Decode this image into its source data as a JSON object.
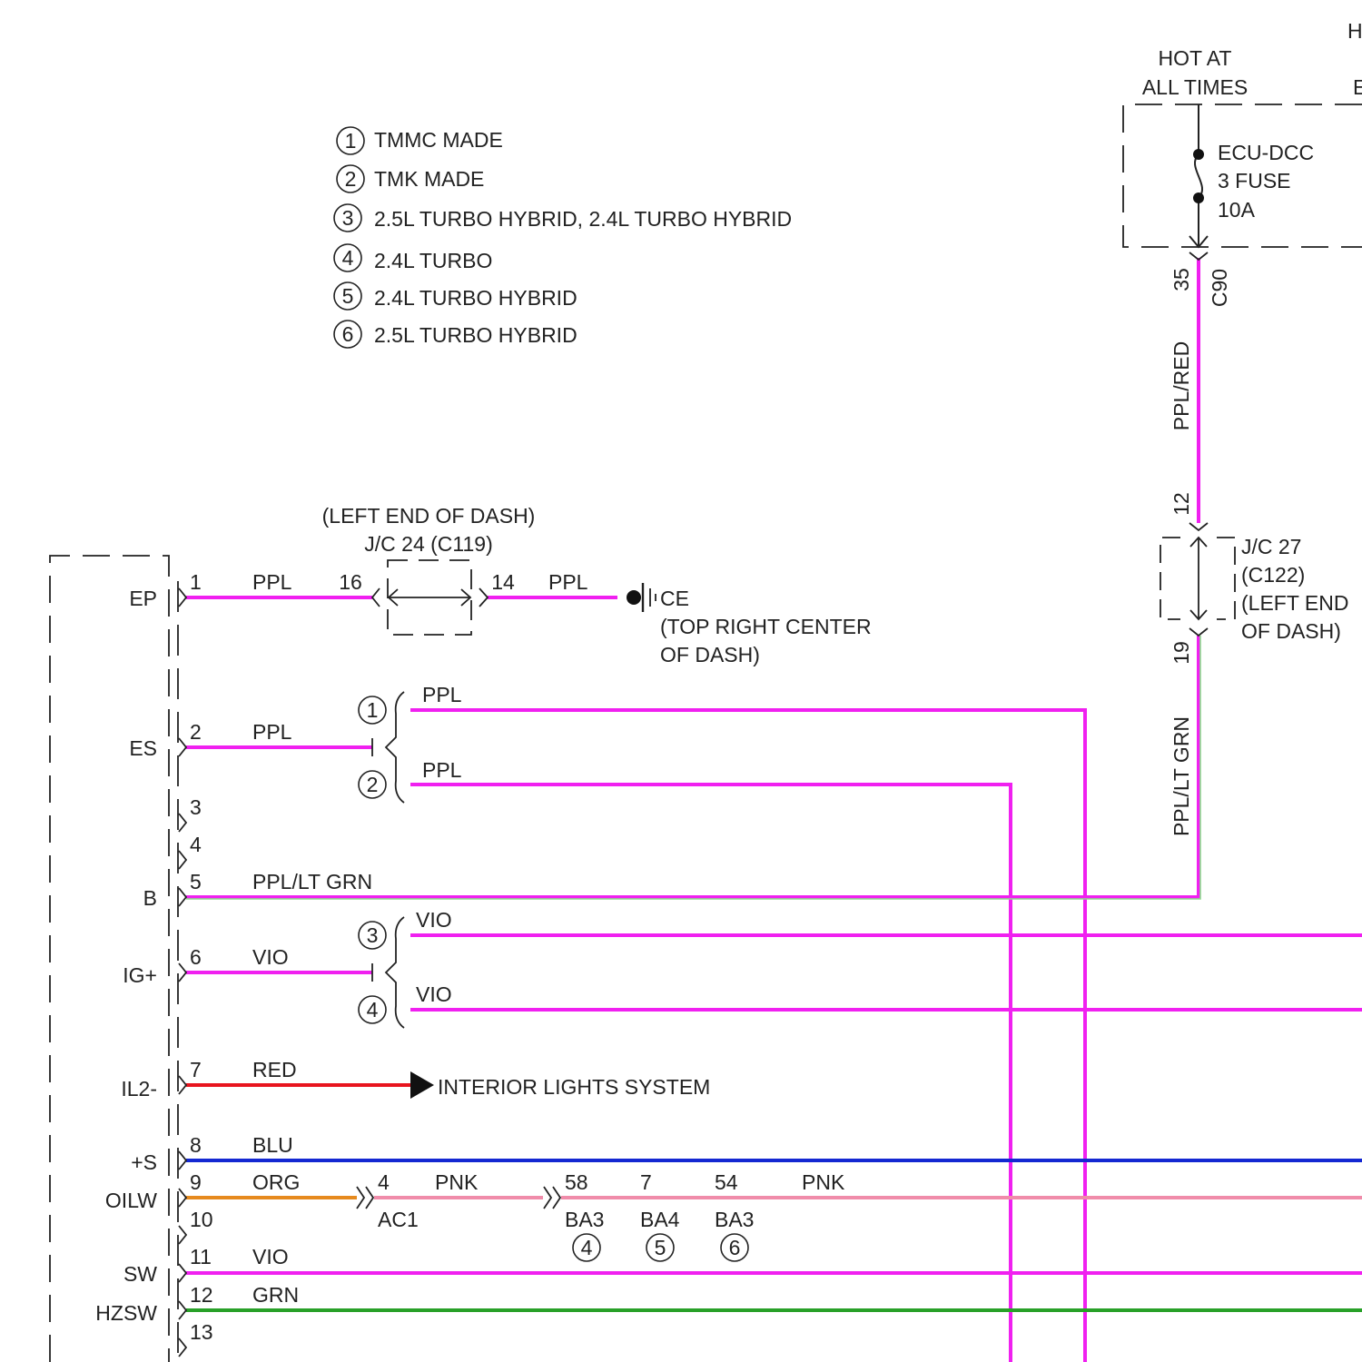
{
  "colors": {
    "ppl": "#f020f0",
    "red": "#e8141e",
    "blu": "#1428d2",
    "org": "#e68a1e",
    "pnk": "#f08caa",
    "grn": "#28a028",
    "ltgrn": "#8cdc8c",
    "line": "#222222"
  },
  "top_cut": {
    "h": "H",
    "e": "E"
  },
  "legend": [
    {
      "num": "1",
      "text": "TMMC MADE"
    },
    {
      "num": "2",
      "text": "TMK MADE"
    },
    {
      "num": "3",
      "text": "2.5L TURBO HYBRID, 2.4L TURBO HYBRID"
    },
    {
      "num": "4",
      "text": "2.4L TURBO"
    },
    {
      "num": "5",
      "text": "2.4L TURBO HYBRID"
    },
    {
      "num": "6",
      "text": "2.5L TURBO HYBRID"
    }
  ],
  "fuse": {
    "hot_line1": "HOT AT",
    "hot_line2": "ALL TIMES",
    "name": "ECU-DCC",
    "line2": "3 FUSE",
    "rating": "10A",
    "pin": "35",
    "connector": "C90"
  },
  "jc27": {
    "pin_in": "12",
    "pin_out": "19",
    "wire_upper": "PPL/RED",
    "wire_lower": "PPL/LT GRN",
    "line1": "J/C 27",
    "line2": "(C122)",
    "line3": "(LEFT END",
    "line4": "OF DASH)"
  },
  "jc24": {
    "line1": "(LEFT END OF DASH)",
    "line2": "J/C 24 (C119)",
    "pin_in": "16",
    "pin_out": "14",
    "wire_out": "PPL"
  },
  "ground": {
    "name": "CE",
    "line1": "(TOP RIGHT CENTER",
    "line2": "OF DASH)"
  },
  "splice_labels": {
    "es_upper_num": "1",
    "es_upper_wire": "PPL",
    "es_lower_num": "2",
    "es_lower_wire": "PPL",
    "ig_upper_num": "3",
    "ig_upper_wire": "VIO",
    "ig_lower_num": "4",
    "ig_lower_wire": "VIO"
  },
  "pins": [
    {
      "num": "1",
      "term": "EP",
      "wire": "PPL"
    },
    {
      "num": "2",
      "term": "ES",
      "wire": "PPL"
    },
    {
      "num": "3",
      "term": "",
      "wire": ""
    },
    {
      "num": "4",
      "term": "",
      "wire": ""
    },
    {
      "num": "5",
      "term": "B",
      "wire": "PPL/LT GRN"
    },
    {
      "num": "6",
      "term": "IG+",
      "wire": "VIO"
    },
    {
      "num": "7",
      "term": "IL2-",
      "wire": "RED"
    },
    {
      "num": "8",
      "term": "+S",
      "wire": "BLU"
    },
    {
      "num": "9",
      "term": "OILW",
      "wire": "ORG"
    },
    {
      "num": "10",
      "term": "",
      "wire": ""
    },
    {
      "num": "11",
      "term": "SW",
      "wire": "VIO"
    },
    {
      "num": "12",
      "term": "HZSW",
      "wire": "GRN"
    },
    {
      "num": "13",
      "term": "",
      "wire": ""
    }
  ],
  "interior": {
    "text": "INTERIOR LIGHTS SYSTEM"
  },
  "oilw": {
    "ac1_pin": "4",
    "ac1_name": "AC1",
    "wire_mid": "PNK",
    "ba_pins": [
      {
        "pin": "58",
        "conn": "BA3",
        "note": "4"
      },
      {
        "pin": "7",
        "conn": "BA4",
        "note": "5"
      },
      {
        "pin": "54",
        "conn": "BA3",
        "note": "6"
      }
    ],
    "wire_right": "PNK"
  }
}
